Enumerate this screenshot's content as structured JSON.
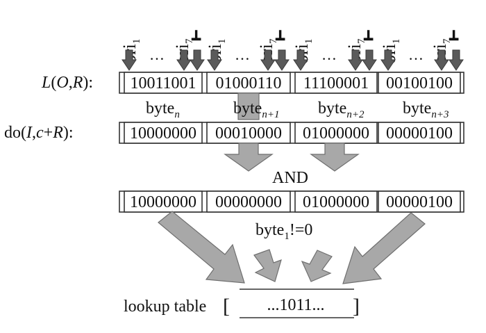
{
  "top_labels": {
    "groups": [
      {
        "first": {
          "base": "ori",
          "sub": "1"
        },
        "dots": "…",
        "last": {
          "base": "ori",
          "sub": "7"
        },
        "bit": "┻"
      },
      {
        "first": {
          "base": "ori",
          "sub": "1"
        },
        "dots": "…",
        "last": {
          "base": "ori",
          "sub": "7"
        },
        "bit": "┻"
      },
      {
        "first": {
          "base": "ori",
          "sub": "1"
        },
        "dots": "…",
        "last": {
          "base": "ori",
          "sub": "7"
        },
        "bit": "┻"
      },
      {
        "first": {
          "base": "ori",
          "sub": "1"
        },
        "dots": "…",
        "last": {
          "base": "ori",
          "sub": "7"
        },
        "bit": "┻"
      }
    ]
  },
  "rows": {
    "L": {
      "label": {
        "p1": "L",
        "p2": "(",
        "p3": "O",
        "p4": ",",
        "p5": "R",
        "p6": "):"
      },
      "cells": [
        "10011001",
        "01000110",
        "11100001",
        "00100100"
      ]
    },
    "bytes": [
      {
        "base": "byte",
        "sub": "n"
      },
      {
        "base": "byte",
        "sub": "n+1"
      },
      {
        "base": "byte",
        "sub": "n+2"
      },
      {
        "base": "byte",
        "sub": "n+3"
      }
    ],
    "do": {
      "label": {
        "p1": "do(",
        "p2": "I",
        "p3": ",",
        "p4": "c",
        "p5": "+",
        "p6": "R",
        "p7": "):"
      },
      "cells": [
        "10000000",
        "00010000",
        "01000000",
        "00000100"
      ]
    },
    "and_label": "AND",
    "result": {
      "cells": [
        "10000000",
        "00000000",
        "01000000",
        "00000100"
      ]
    },
    "check": {
      "base": "byte",
      "sub": "1",
      "rest": "!=0"
    }
  },
  "lookup": {
    "label": "lookup table",
    "open": "[",
    "value": "...1011...",
    "close": "]"
  }
}
